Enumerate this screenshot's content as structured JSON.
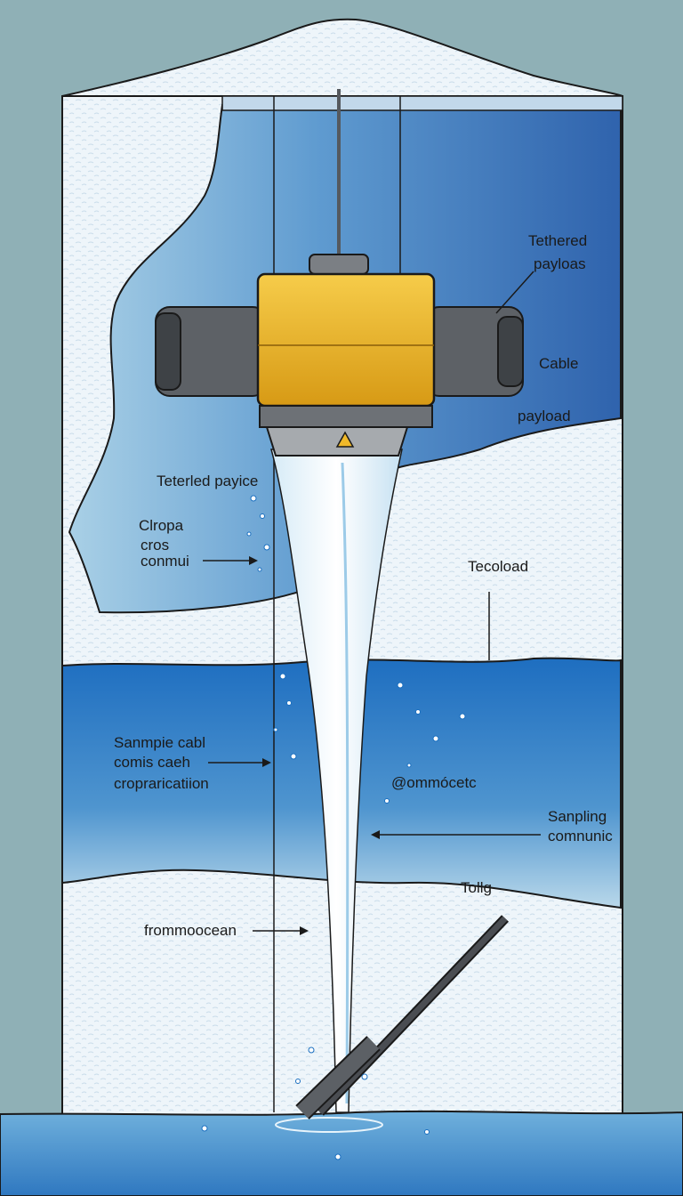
{
  "colors": {
    "background": "#8fb0b6",
    "ice": "#eef5fa",
    "ice_shadow": "#cfe0ee",
    "deep_water": "#3a72b8",
    "water_band": "#1f6fbd",
    "payload_yellow": "#f0b92a",
    "motor_gray": "#5d6166",
    "outline": "#1a1a1a"
  },
  "icons": [
    "warning-triangle-icon"
  ],
  "labels": {
    "tethered_payload_top_1": "Tethered",
    "tethered_payload_top_2": "payloas",
    "cable": "Cable",
    "payload": "payload",
    "teterled_payice": "Teterled payice",
    "clropa_1": "Clropa",
    "clropa_2": "cros",
    "clropa_3": "conmui",
    "tecoload": "Tecoload",
    "sample_cable_1": "Sanmpie cabl",
    "sample_cable_2": "comis caeh",
    "sample_cable_3": "cropraricatiion",
    "ommocetc": "@ommócetc",
    "sampling_1": "Sanpling",
    "sampling_2": "comnunic",
    "tollg": "Tollg",
    "from_ocean": "frommoocean"
  }
}
